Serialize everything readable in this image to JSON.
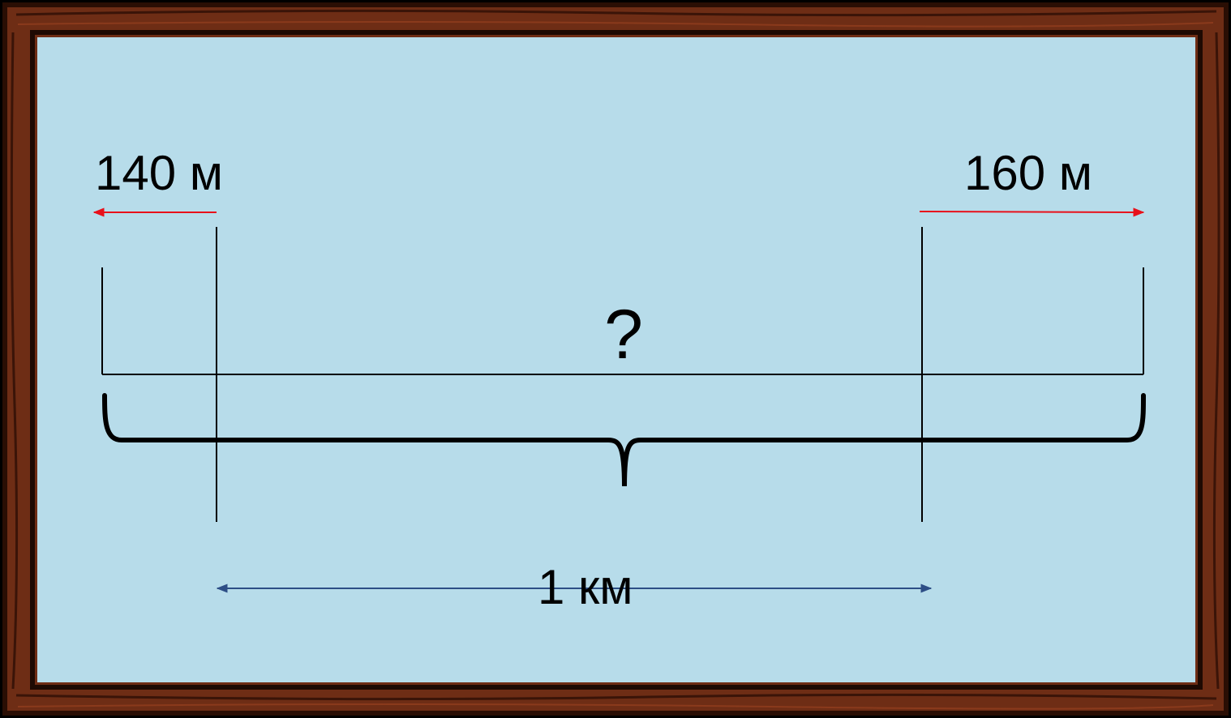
{
  "labels": {
    "left_segment": "140 м",
    "right_segment": "160 м",
    "unknown": "?",
    "middle_segment": "1 км"
  },
  "colors": {
    "frame_wood": "#6e2d15",
    "frame_wood_dark": "#3a1408",
    "board": "#b7dcea",
    "red_arrow": "#e8101a",
    "blue_arrow": "#2d4e86",
    "line": "#000000"
  }
}
